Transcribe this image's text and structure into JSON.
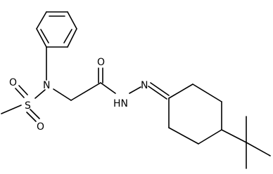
{
  "atoms": {
    "N1": "N",
    "S": "S",
    "O_s1": "O",
    "O_s2": "O",
    "O_c": "O",
    "NH": "HN",
    "N2": "N"
  },
  "colors": {
    "bond": "#000000",
    "text": "#000000",
    "background": "#ffffff"
  }
}
